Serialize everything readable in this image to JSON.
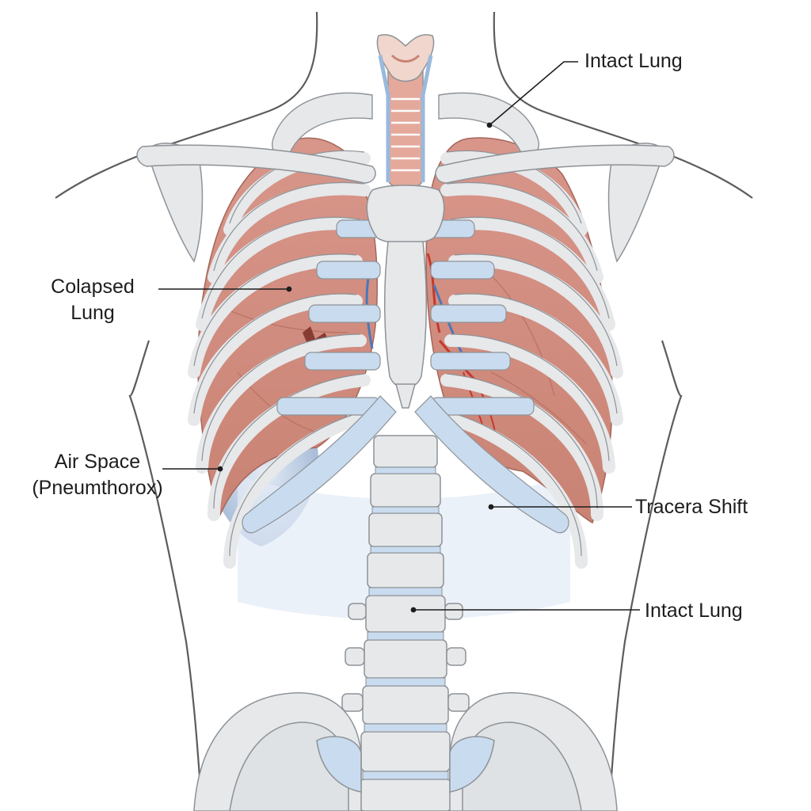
{
  "labels": {
    "intact_lung_top": "Intact Lung",
    "collapsed_lung_line1": "Colapsed",
    "collapsed_lung_line2": "Lung",
    "air_space_line1": "Air Space",
    "air_space_line2": "(Pneumthorox)",
    "tracera_shift": "Tracera Shift",
    "intact_lung_bottom": "Intact Lung"
  },
  "colors": {
    "bone": "#e6e8ea",
    "bone_outline": "#8e9297",
    "cartilage": "#c9dbee",
    "lung": "#d99a8c",
    "lung_dark": "#b8705f",
    "air_space": "#b7c9e3",
    "trachea": "#e4a99b",
    "vessel_red": "#c4392d",
    "vessel_blue": "#4a78b8",
    "body_outline": "#5c5c5c",
    "leader_line": "#1d1d1d"
  }
}
